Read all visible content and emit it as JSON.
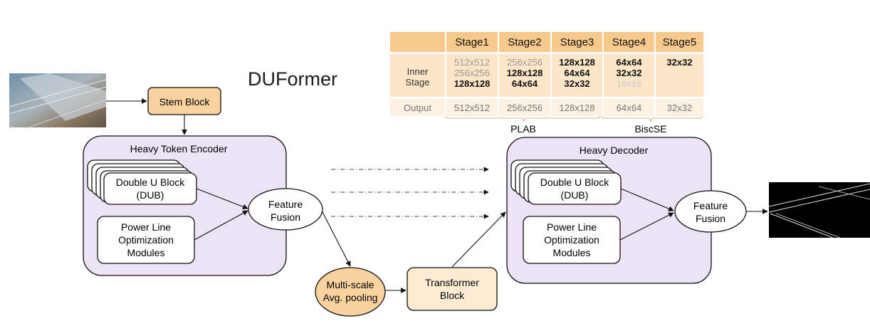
{
  "title": "DUFormer",
  "stem_block": "Stem Block",
  "encoder": {
    "title": "Heavy Token Encoder",
    "dub_line1": "Double U Block",
    "dub_line2": "(DUB)",
    "plom_line1": "Power Line",
    "plom_line2": "Optimization",
    "plom_line3": "Modules",
    "fusion_line1": "Feature",
    "fusion_line2": "Fusion"
  },
  "pooling": {
    "line1": "Multi-scale",
    "line2": "Avg. pooling"
  },
  "transformer": {
    "line1": "Transformer",
    "line2": "Block"
  },
  "decoder": {
    "title": "Heavy Decoder",
    "dub_line1": "Double U Block",
    "dub_line2": "(DUB)",
    "plom_line1": "Power Line",
    "plom_line2": "Optimization",
    "plom_line3": "Modules",
    "fusion_line1": "Feature",
    "fusion_line2": "Fusion"
  },
  "table": {
    "headers": [
      "",
      "Stage1",
      "Stage2",
      "Stage3",
      "Stage4",
      "Stage5"
    ],
    "inner_label_line1": "Inner",
    "inner_label_line2": "Stage",
    "inner": [
      [
        {
          "v": "512x512",
          "s": "g"
        },
        {
          "v": "256x256",
          "s": "g"
        },
        {
          "v": "128x128",
          "s": "b"
        }
      ],
      [
        {
          "v": "256x256",
          "s": "g"
        },
        {
          "v": "128x128",
          "s": "b"
        },
        {
          "v": "64x64",
          "s": "b"
        }
      ],
      [
        {
          "v": "128x128",
          "s": "b"
        },
        {
          "v": "64x64",
          "s": "b"
        },
        {
          "v": "32x32",
          "s": "b"
        }
      ],
      [
        {
          "v": "64x64",
          "s": "b"
        },
        {
          "v": "32x32",
          "s": "b"
        },
        {
          "v": "16x16",
          "s": "l"
        }
      ],
      [
        {
          "v": "32x32",
          "s": "b"
        }
      ]
    ],
    "output_label": "Output",
    "output": [
      "512x512",
      "256x256",
      "128x128",
      "64x64",
      "32x32"
    ]
  },
  "brackets": {
    "left": "PLAB",
    "right": "BiscSE"
  },
  "colors": {
    "purple_fill": "#ede3f6",
    "orange_fill": "#f9d2a0",
    "cream_fill": "#fdebd3",
    "table_header": "#f7c98c"
  }
}
